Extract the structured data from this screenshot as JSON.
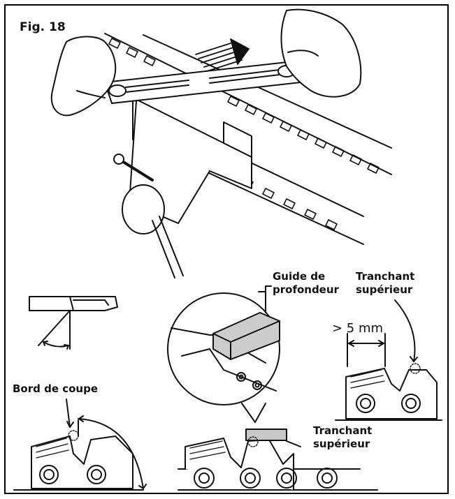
{
  "figure": {
    "label": "Fig. 18"
  },
  "callouts": {
    "depth_guide": "Guide de\nprofondeur",
    "top_edge_right": "Tranchant\nsupérieur",
    "measure": "> 5 mm",
    "cutting_edge": "Bord de coupe",
    "top_edge_bottom": "Tranchant\nsupérieur"
  },
  "colors": {
    "line": "#111111",
    "shade": "#c8c8c8",
    "background": "#ffffff"
  }
}
